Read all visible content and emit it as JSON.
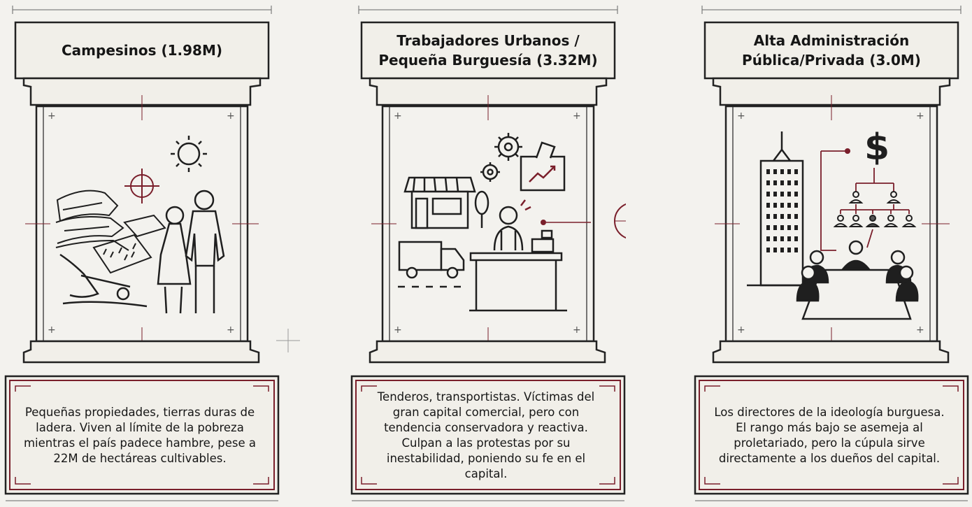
{
  "colors": {
    "ink": "#1f1f1f",
    "accent": "#7a1f2b",
    "paper": "#f3f2ee",
    "panel": "#f1efe9"
  },
  "columns": [
    {
      "title": "Campesinos (1.98M)",
      "description": "Pequeñas propiedades, tierras duras de ladera. Viven al límite de la pobreza mientras el país padece hambre, pese a 22M de hectáreas cultivables.",
      "icons": [
        "sun-icon",
        "terraced-hillside-icon",
        "field-crops-icon",
        "plow-icon",
        "crosshair-icon",
        "peasant-couple-icon"
      ]
    },
    {
      "title": "Trabajadores Urbanos / Pequeña Burguesía (3.32M)",
      "description": "Tenderos, transportistas. Víctimas del gran capital comercial, pero con tendencia conservadora y reactiva. Culpan a las protestas por su inestabilidad, poniendo su fe en el capital.",
      "icons": [
        "gears-icon",
        "ballot-box-icon",
        "storefront-icon",
        "tree-icon",
        "delivery-truck-icon",
        "shopkeeper-icon",
        "cash-register-icon"
      ]
    },
    {
      "title": "Alta Administración Pública/Privada (3.0M)",
      "description": "Los directores de la ideología burguesa. El rango más bajo se asemeja al proletariado, pero la cúpula sirve directamente a los dueños del capital.",
      "icons": [
        "skyscraper-icon",
        "dollar-sign-icon",
        "org-chart-icon",
        "boardroom-meeting-icon"
      ]
    }
  ]
}
